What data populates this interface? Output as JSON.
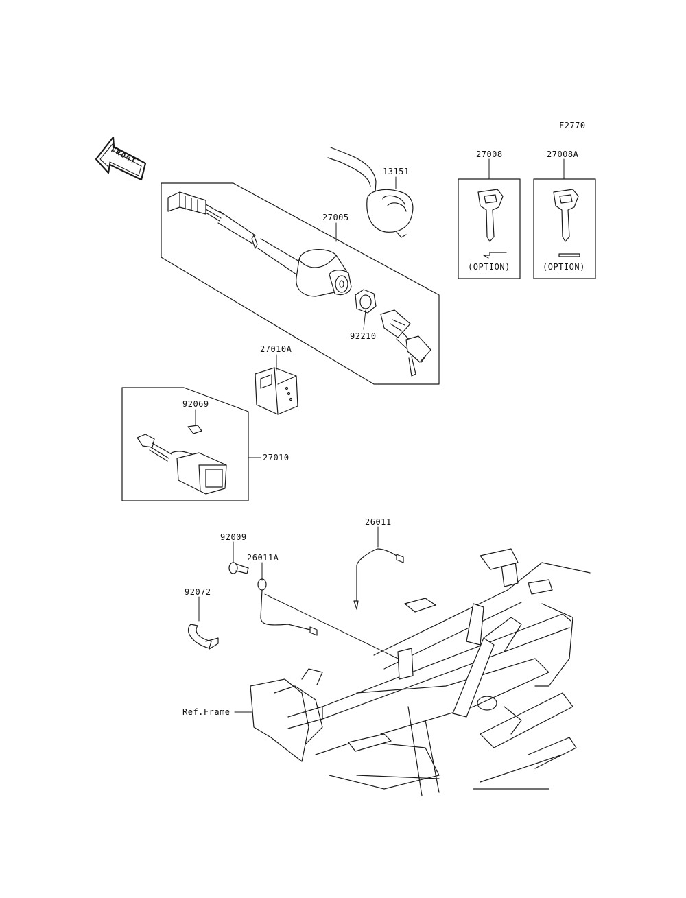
{
  "figure_code": "F2770",
  "front_label": "FRONT",
  "parts": {
    "p13151": "13151",
    "p27005": "27005",
    "p92210": "92210",
    "p27008": "27008",
    "p27008A": "27008A",
    "p27010A": "27010A",
    "p92069": "92069",
    "p27010": "27010",
    "p26011": "26011",
    "p92009": "92009",
    "p26011A": "26011A",
    "p92072": "92072",
    "ref_frame": "Ref.Frame"
  },
  "option_label": "(OPTION)"
}
